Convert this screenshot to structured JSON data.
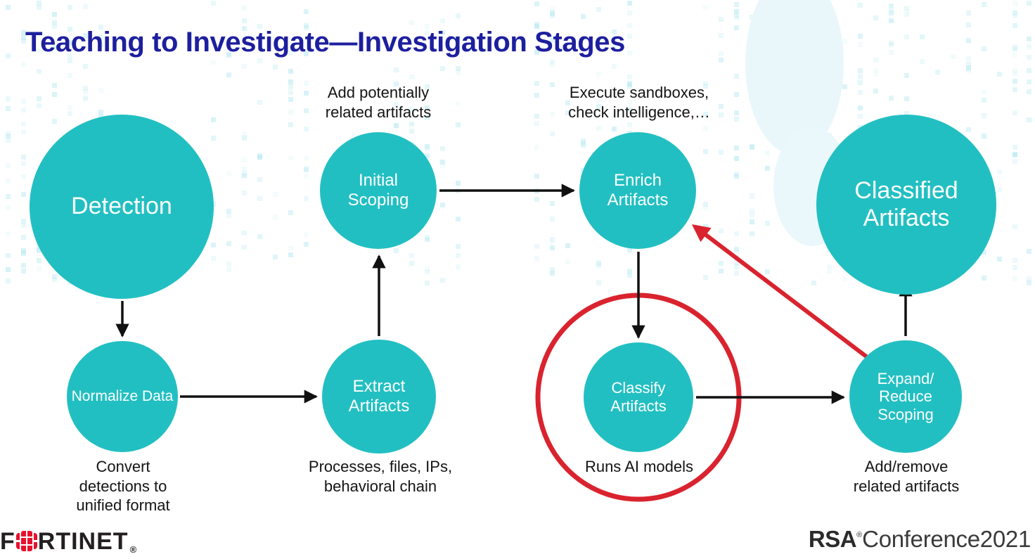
{
  "slide": {
    "title": "Teaching to Investigate—Investigation Stages",
    "accent_teal": "#22BFC2",
    "accent_red": "#D9232E",
    "title_blue": "#1D1F9E",
    "background": "#FFFFFF"
  },
  "nodes": {
    "detection": "Detection",
    "initial_scoping": "Initial\nScoping",
    "enrich_artifacts": "Enrich\nArtifacts",
    "classified_artifacts": "Classified\nArtifacts",
    "normalize_data": "Normalize Data",
    "extract_artifacts": "Extract\nArtifacts",
    "classify_artifacts": "Classify\nArtifacts",
    "expand_reduce_scoping": "Expand/\nReduce\nScoping"
  },
  "captions": {
    "initial_scoping": "Add potentially\nrelated artifacts",
    "enrich_artifacts": "Execute sandboxes,\ncheck intelligence,…",
    "normalize_data": "Convert\ndetections to\nunified format",
    "extract_artifacts": "Processes, files, IPs,\nbehavioral chain",
    "classify_artifacts": "Runs AI models",
    "expand_reduce_scoping": "Add/remove\nrelated artifacts"
  },
  "highlight": {
    "target": "classify_artifacts",
    "shape": "circle-outline",
    "color": "#D9232E"
  },
  "edges": [
    {
      "from": "detection",
      "to": "normalize_data",
      "color": "#111111",
      "direction": "down"
    },
    {
      "from": "normalize_data",
      "to": "extract_artifacts",
      "color": "#111111",
      "direction": "right"
    },
    {
      "from": "extract_artifacts",
      "to": "initial_scoping",
      "color": "#111111",
      "direction": "up"
    },
    {
      "from": "initial_scoping",
      "to": "enrich_artifacts",
      "color": "#111111",
      "direction": "right"
    },
    {
      "from": "enrich_artifacts",
      "to": "classify_artifacts",
      "color": "#111111",
      "direction": "down"
    },
    {
      "from": "classify_artifacts",
      "to": "expand_reduce_scoping",
      "color": "#111111",
      "direction": "right"
    },
    {
      "from": "expand_reduce_scoping",
      "to": "classified_artifacts",
      "color": "#111111",
      "direction": "up"
    },
    {
      "from": "expand_reduce_scoping",
      "to": "enrich_artifacts",
      "color": "#D9232E",
      "direction": "diagonal-up-left"
    }
  ],
  "footer": {
    "fortinet": {
      "pre": "F",
      "post": "RTINET",
      "registered": "®"
    },
    "rsa": {
      "bold": "RSA",
      "registered": "®",
      "light": "Conference2021"
    }
  }
}
